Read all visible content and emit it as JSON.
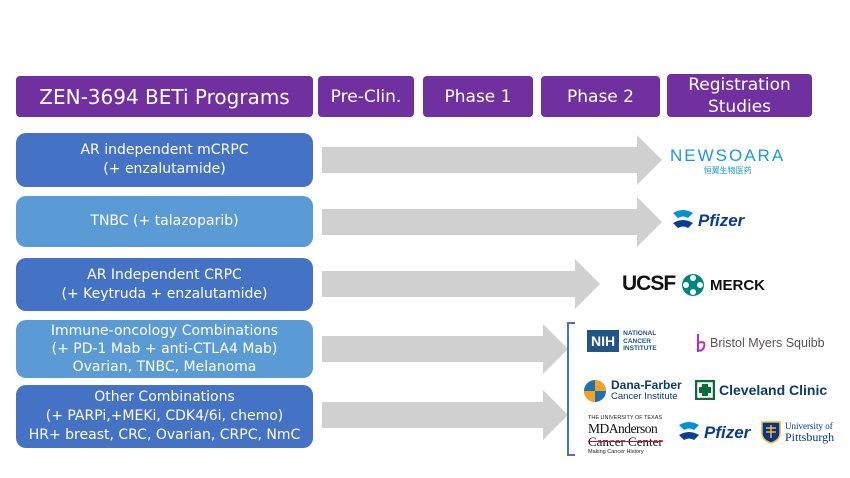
{
  "headers": {
    "programs": "ZEN-3694 BETi Programs",
    "preclin": "Pre-Clin.",
    "phase1": "Phase 1",
    "phase2": "Phase 2",
    "registration_line1": "Registration",
    "registration_line2": "Studies"
  },
  "programs": [
    {
      "lines": [
        "AR independent mCRPC",
        "(+ enzalutamide)"
      ],
      "stage": "Registration Studies"
    },
    {
      "lines": [
        "TNBC (+ talazoparib)"
      ],
      "stage": "Registration Studies"
    },
    {
      "lines": [
        "AR Independent CRPC",
        "(+ Keytruda + enzalutamide)"
      ],
      "stage": "Phase 2"
    },
    {
      "lines": [
        "Immune-oncology Combinations",
        "(+ PD-1 Mab + anti-CTLA4 Mab)",
        "Ovarian, TNBC, Melanoma"
      ],
      "stage": "Phase 2"
    },
    {
      "lines": [
        "Other Combinations",
        "(+ PARPi,+MEKi, CDK4/6i, chemo)",
        "HR+ breast, CRC, Ovarian, CRPC, NmC"
      ],
      "stage": "Phase 2"
    }
  ],
  "partners": {
    "newsoara": {
      "name": "NEWSOARA",
      "sub": "恒翼生物医药"
    },
    "pfizer1": "Pfizer",
    "ucsf": "UCSF",
    "merck": "MERCK",
    "nih": {
      "abbr": "NIH",
      "line1": "NATIONAL",
      "line2": "CANCER",
      "line3": "INSTITUTE"
    },
    "bms": "Bristol Myers Squibb",
    "danafarber": {
      "line1": "Dana-Farber",
      "line2": "Cancer Institute"
    },
    "cleveland": "Cleveland Clinic",
    "mdanderson": {
      "top": "THE UNIVERSITY OF TEXAS",
      "line1": "MDAnderson",
      "line2": "Cancer Center",
      "tag": "Making Cancer History"
    },
    "pfizer2": "Pfizer",
    "pitt": {
      "line1": "University of",
      "line2": "Pittsburgh"
    }
  },
  "colors": {
    "header": "#7030a0",
    "program_dark": "#4472c4",
    "program_light": "#5b9bd5",
    "arrow": "#d0d0d0"
  }
}
